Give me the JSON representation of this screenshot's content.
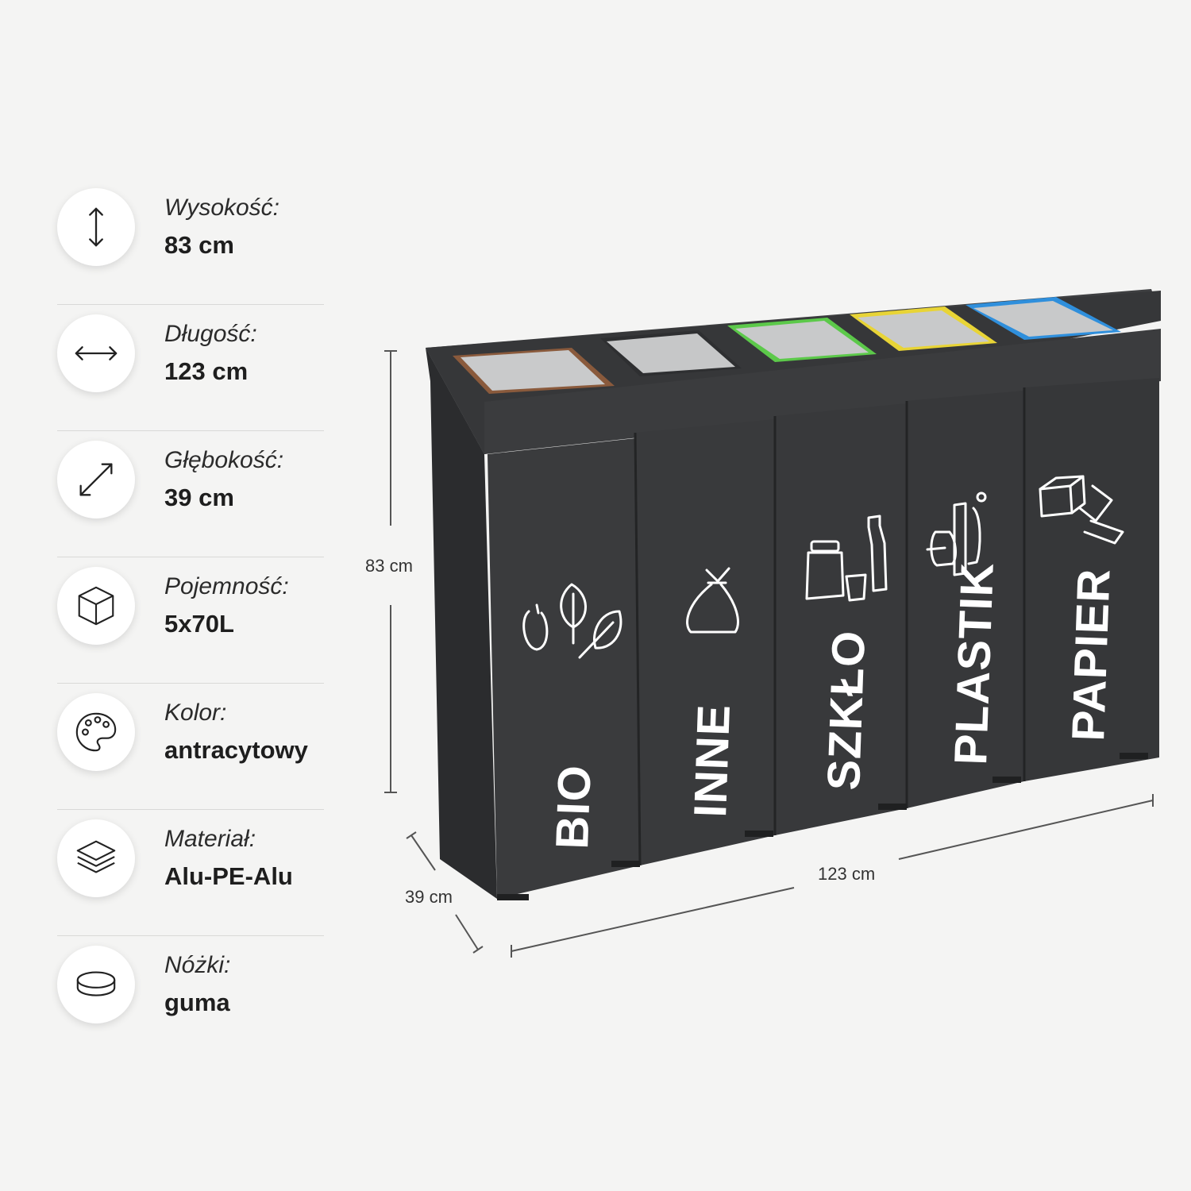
{
  "specs": [
    {
      "label": "Wysokość:",
      "value": "83 cm",
      "icon": "vertical-arrow-icon"
    },
    {
      "label": "Długość:",
      "value": "123 cm",
      "icon": "horizontal-arrow-icon"
    },
    {
      "label": "Głębokość:",
      "value": "39 cm",
      "icon": "diagonal-arrow-icon"
    },
    {
      "label": "Pojemność:",
      "value": "5x70L",
      "icon": "cube-icon"
    },
    {
      "label": "Kolor:",
      "value": "antracytowy",
      "icon": "palette-icon"
    },
    {
      "label": "Materiał:",
      "value": "Alu-PE-Alu",
      "icon": "layers-icon"
    },
    {
      "label": "Nóżki:",
      "value": "guma",
      "icon": "rubber-foot-icon"
    }
  ],
  "dimensions": {
    "height": "83 cm",
    "length": "123 cm",
    "depth": "39 cm"
  },
  "bins": [
    {
      "label": "BIO",
      "rim_color": "#8a5a3c",
      "icon": "bio-waste-icon"
    },
    {
      "label": "INNE",
      "rim_color": "#3a3a3a",
      "icon": "trash-bag-icon"
    },
    {
      "label": "SZKŁO",
      "rim_color": "#5cc94a",
      "icon": "glass-jars-icon"
    },
    {
      "label": "PLASTIK",
      "rim_color": "#e8d436",
      "icon": "plastic-bottles-icon"
    },
    {
      "label": "PAPIER",
      "rim_color": "#2f8fdc",
      "icon": "paper-boxes-icon"
    }
  ],
  "colors": {
    "body": "#3a3b3d",
    "body_dark": "#2c2d2f",
    "lid": "#c9cacb"
  }
}
